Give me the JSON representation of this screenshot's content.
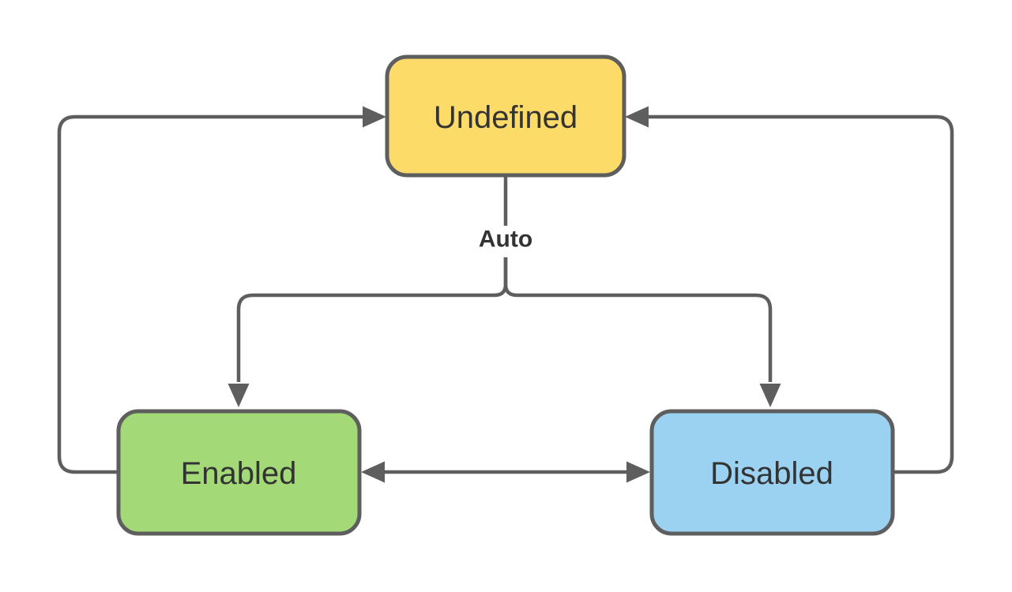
{
  "diagram": {
    "type": "state-diagram",
    "background": "#FFFFFF",
    "line_color": "#5E5E5E",
    "text_color": "#333333",
    "auto_label": "Auto",
    "nodes": [
      {
        "id": "undefined",
        "label": "Undefined",
        "fill": "#FCDB68",
        "border": "#5E5E5E",
        "position": "top-center"
      },
      {
        "id": "enabled",
        "label": "Enabled",
        "fill": "#A3D977",
        "border": "#5E5E5E",
        "position": "bottom-left"
      },
      {
        "id": "disabled",
        "label": "Disabled",
        "fill": "#9BD2F2",
        "border": "#5E5E5E",
        "position": "bottom-right"
      }
    ],
    "edges": [
      {
        "from": "Undefined",
        "to": "Enabled",
        "label": "Auto",
        "style": "branch-left-down"
      },
      {
        "from": "Undefined",
        "to": "Disabled",
        "label": "Auto",
        "style": "branch-right-down"
      },
      {
        "from": "Enabled",
        "to": "Undefined",
        "label": "",
        "style": "loop-left-up"
      },
      {
        "from": "Disabled",
        "to": "Undefined",
        "label": "",
        "style": "loop-right-up"
      },
      {
        "from": "Enabled",
        "to": "Disabled",
        "label": "",
        "style": "bidirectional-horizontal"
      }
    ]
  }
}
